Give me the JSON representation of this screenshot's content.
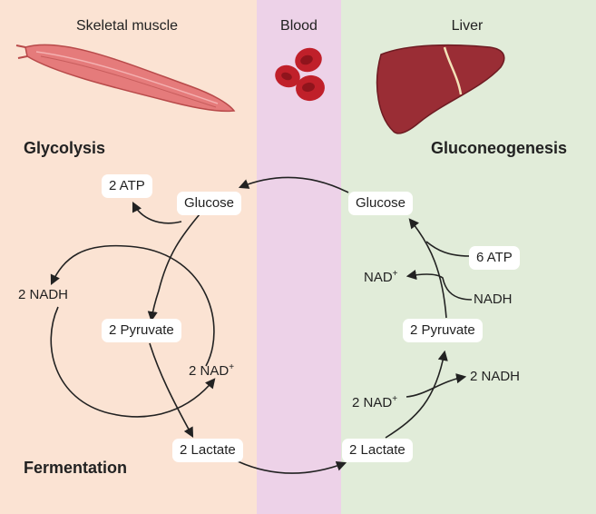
{
  "regions": {
    "muscle": "Skeletal muscle",
    "blood": "Blood",
    "liver": "Liver"
  },
  "headings": {
    "glycolysis": "Glycolysis",
    "gluconeogenesis": "Gluconeogenesis",
    "fermentation": "Fermentation"
  },
  "muscle_nodes": {
    "atp": "2 ATP",
    "glucose": "Glucose",
    "nadh": "2 NADH",
    "pyruvate": "2 Pyruvate",
    "nad": "2 NAD",
    "lactate": "2 Lactate"
  },
  "liver_nodes": {
    "glucose": "Glucose",
    "atp": "6 ATP",
    "nad": "NAD",
    "nadh": "NADH",
    "pyruvate": "2 Pyruvate",
    "nadh2": "2 NADH",
    "nad2": "2 NAD",
    "lactate": "2 Lactate"
  },
  "superscripts": {
    "plus": "+"
  },
  "colors": {
    "muscle_bg": "#fbe3d3",
    "blood_bg": "#edd2e8",
    "liver_bg": "#e1ecd9",
    "arrow": "#222222",
    "muscle_fill": "#e57b7b",
    "blood_cell": "#c0202a",
    "liver_fill": "#9a2d35"
  }
}
